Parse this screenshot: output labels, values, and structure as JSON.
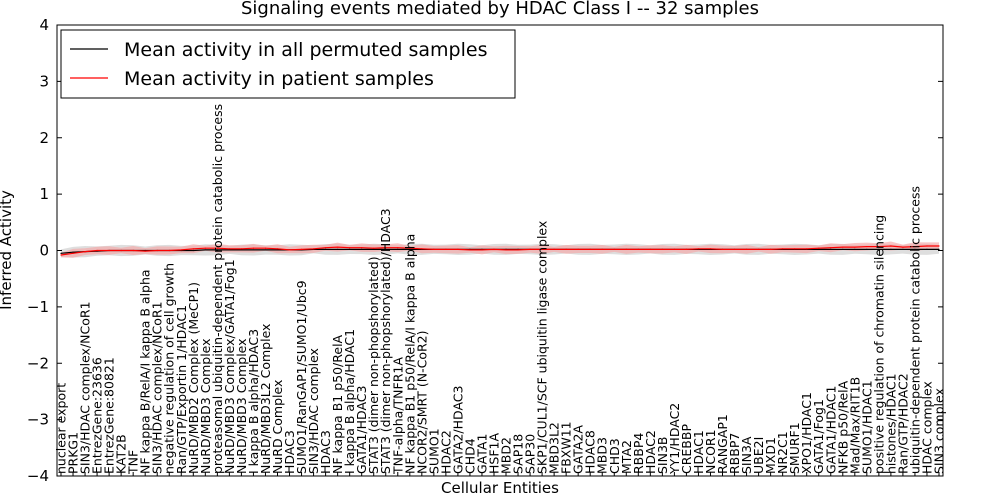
{
  "chart_data": {
    "type": "line",
    "title": "Signaling events mediated by HDAC Class I -- 32 samples",
    "xlabel": "Cellular Entities",
    "ylabel": "Inferred Activity",
    "ylim": [
      -4,
      4
    ],
    "yticks": [
      "−4",
      "−3",
      "−2",
      "−1",
      "0",
      "1",
      "2",
      "3",
      "4"
    ],
    "grid": false,
    "legend_position": "top-left",
    "colors": {
      "permuted": "#000000",
      "patient": "#ff0000",
      "patient_band": "#f4a6a6",
      "permuted_band": "#c8c8c8"
    },
    "categories": [
      "nuclear export",
      "PRKG1",
      "SIN3/HDAC complex/NCoR1",
      "EntrezGene:23636",
      "EntrezGene:80821",
      "KAT2B",
      "TNF",
      "NF kappa B/RelA/I kappa B alpha",
      "SIN3/HDAC complex/NCoR1",
      "negative regulation of cell growth",
      "Ran/GTP/Exportin 1/HDAC1",
      "NuRD/MBD2 Complex (MeCP1)",
      "NuRD/MBD3 Complex",
      "proteasomal ubiquitin-dependent protein catabolic process",
      "NuRD/MBD3 Complex/GATA1/Fog1",
      "NuRD/MBD3 Complex",
      "I kappa B alpha/HDAC3",
      "NuRD/MBD3L2 Complex",
      "NuRD Complex",
      "HDAC3",
      "SUMO1/RanGAP1/SUMO1/Ubc9",
      "SIN3/HDAC complex",
      "HDAC3",
      "NF kappa B1 p50/RelA",
      "I kappa B alpha/HDAC1",
      "GATA1/HDAC3",
      "STAT3 (dimer non-phopshorylated)",
      "STAT3 (dimer non-phopshorylated)/HDAC3",
      "TNF-alpha/TNFR1A",
      "NF kappa B1 p50/RelA/I kappa B alpha",
      "NCOR2/SMRT (N-CoR2)",
      "SUMO1",
      "HDAC2",
      "GATA2/HDAC3",
      "CHD4",
      "GATA1",
      "HSF1A",
      "MBD2",
      "SAP18",
      "SAP30",
      "SKP1/CUL1/SCF ubiquitin ligase complex",
      "MBD3L2",
      "FBXW11",
      "GATA2A",
      "HDAC8",
      "MBD3",
      "CHD3",
      "MTA2",
      "RBBP4",
      "HDAC2",
      "SIN3B",
      "YY1/HDAC2",
      "CREBBP",
      "HDAC1",
      "NCOR1",
      "RANGAP1",
      "RBBP7",
      "SIN3A",
      "UBE2I",
      "MXD1",
      "NR2C1",
      "SMURF1",
      "XPO1/HDAC1",
      "GATA1/Fog1",
      "GATA1/HDAC1",
      "NFKB p50/RelA",
      "Mad/Max/RIT1B",
      "SUMO1/HDAC1",
      "positive regulation of chromatin silencing",
      "histones/HDAC1",
      "Ran/GTP/HDAC2",
      "ubiquitin-dependent protein catabolic process",
      "HDAC complex",
      "SIN3 complex"
    ],
    "series": [
      {
        "name": "Mean activity in all permuted samples",
        "values": [
          -0.05,
          -0.03,
          -0.02,
          -0.01,
          0.0,
          0.0,
          0.0,
          0.0,
          0.0,
          0.0,
          0.0,
          0.0,
          0.01,
          0.01,
          0.01,
          0.01,
          0.01,
          0.01,
          0.01,
          0.01,
          0.01,
          0.02,
          0.02,
          0.02,
          0.02,
          0.02,
          0.02,
          0.02,
          0.02,
          0.02,
          0.02,
          0.02,
          0.02,
          0.02,
          0.02,
          0.02,
          0.02,
          0.02,
          0.02,
          0.02,
          0.02,
          0.02,
          0.02,
          0.02,
          0.02,
          0.02,
          0.02,
          0.02,
          0.02,
          0.02,
          0.02,
          0.02,
          0.02,
          0.02,
          0.02,
          0.02,
          0.02,
          0.02,
          0.02,
          0.02,
          0.02,
          0.02,
          0.02,
          0.02,
          0.02,
          0.02,
          0.02,
          0.02,
          0.02,
          0.02,
          0.02,
          0.02,
          0.02,
          0.02
        ]
      },
      {
        "name": "Mean activity in patient samples",
        "values": [
          -0.08,
          -0.05,
          -0.02,
          0.0,
          0.0,
          0.0,
          0.0,
          -0.01,
          0.0,
          0.0,
          0.01,
          0.03,
          0.04,
          0.04,
          0.03,
          0.03,
          0.04,
          0.04,
          0.03,
          0.01,
          0.02,
          0.03,
          0.05,
          0.06,
          0.05,
          0.05,
          0.04,
          0.05,
          0.05,
          0.04,
          0.03,
          0.02,
          0.02,
          0.02,
          0.01,
          0.01,
          0.02,
          0.01,
          0.01,
          0.02,
          0.02,
          0.02,
          0.02,
          0.02,
          0.02,
          0.02,
          0.02,
          0.02,
          0.02,
          0.02,
          0.02,
          0.02,
          0.02,
          0.03,
          0.03,
          0.02,
          0.02,
          0.02,
          0.02,
          0.02,
          0.03,
          0.03,
          0.03,
          0.04,
          0.05,
          0.06,
          0.06,
          0.07,
          0.07,
          0.08,
          0.06,
          0.07,
          0.08,
          0.08
        ]
      }
    ]
  }
}
